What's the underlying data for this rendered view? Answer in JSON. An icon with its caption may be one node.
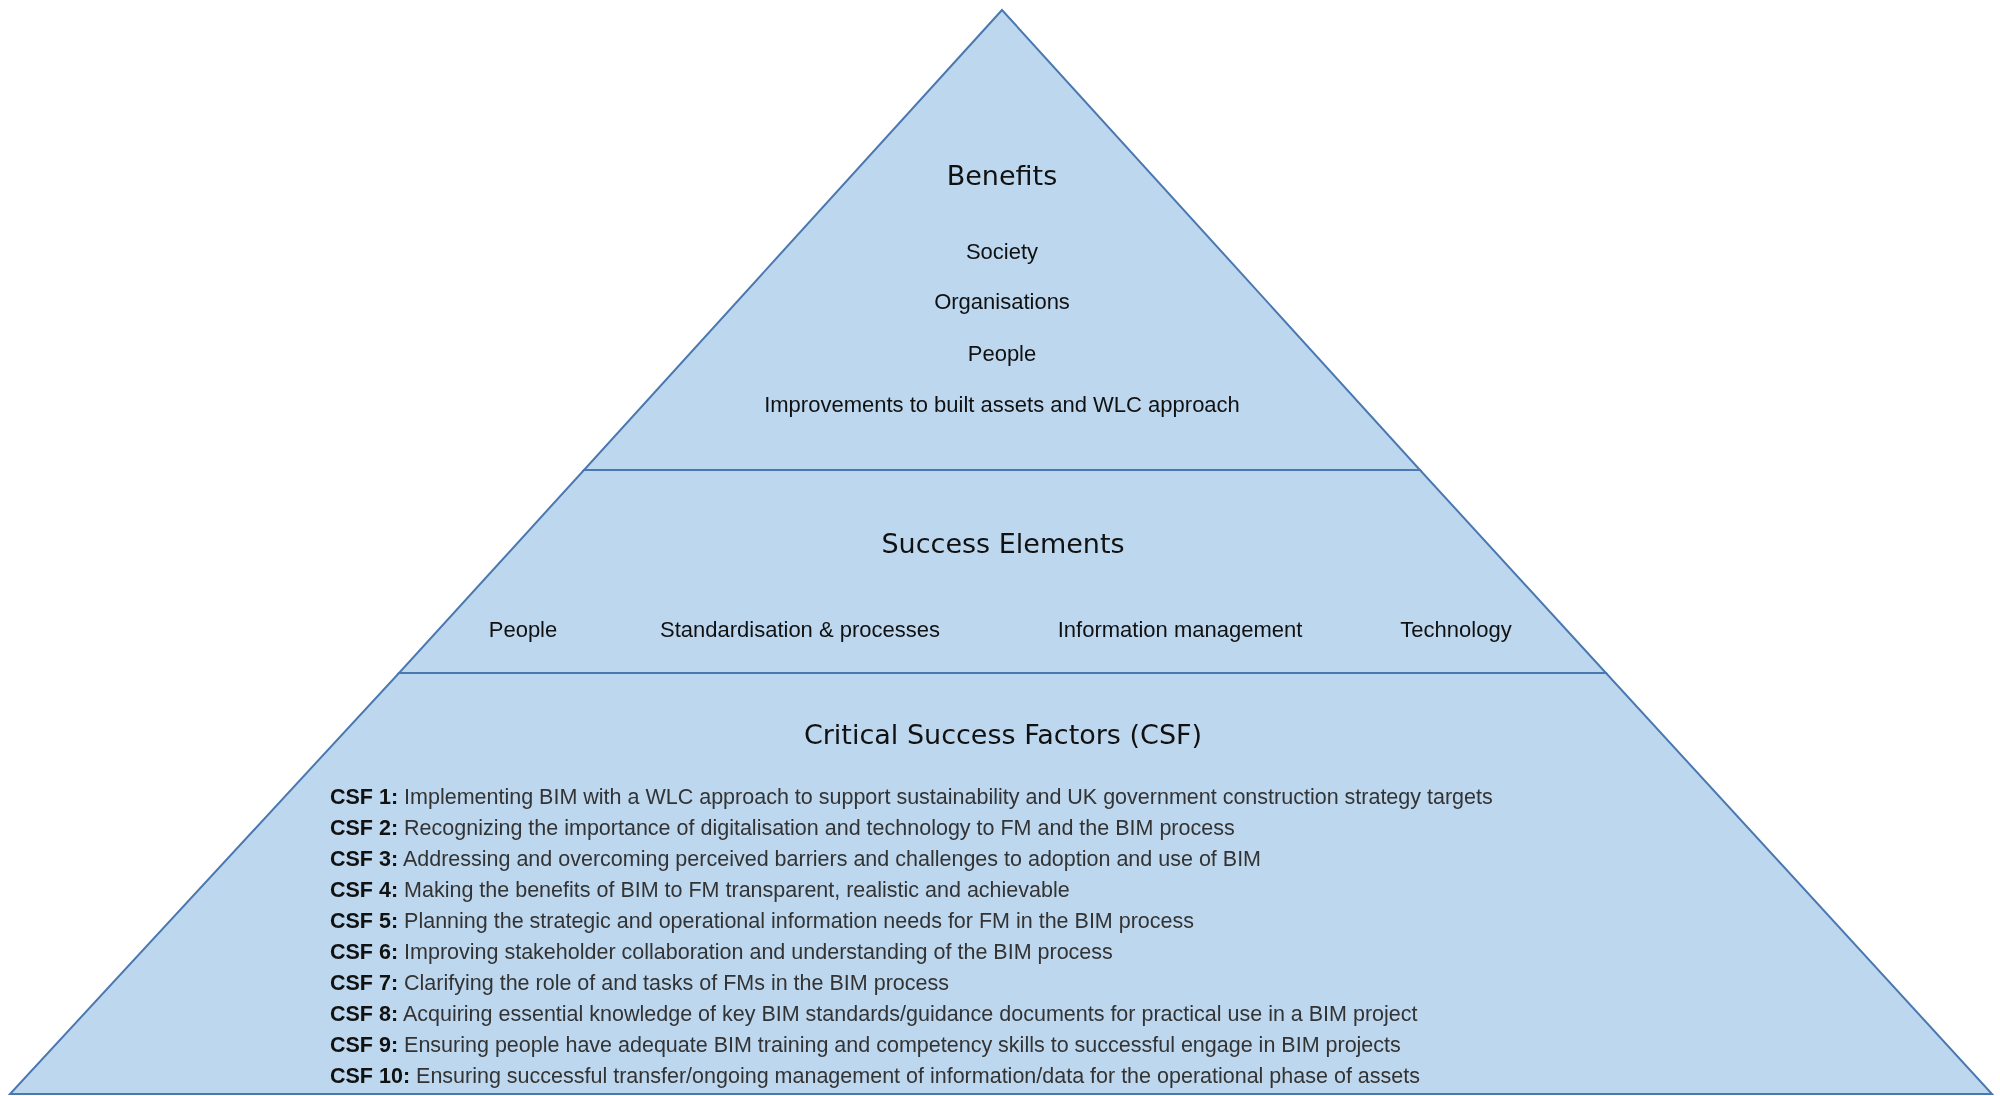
{
  "diagram": {
    "nodes": [
      {
        "text": [
          "Benefits",
          "Society",
          "Organisations",
          "People",
          "Improvements to built assets and WLC approach"
        ]
      },
      {
        "text": [
          "Success Elements",
          "People",
          "Standardisation & processes",
          "Information management",
          "Technology"
        ]
      },
      {
        "text": [
          "Critical Success Factors (CSF)",
          "**CSF 1:** Implementing BIM with a WLC approach to support sustainability and UK government construction strategy targets",
          "**CSF 2:** Recognizing the importance of digitalisation and technology to FM and the BIM process",
          "**CSF 3:** Addressing and overcoming perceived barriers and challenges to adoption and use of BIM",
          "**CSF 4:** Making the benefits of BIM to FM transparent, realistic and achievable",
          "**CSF 5:** Planning the strategic and operational information needs for FM in the BIM process",
          "**CSF 6:** Improving stakeholder collaboration and understanding of the BIM process",
          "**CSF 7:** Clarifying the role of and tasks of FMs in the BIM process",
          "**CSF 8:** Acquiring essential knowledge of key BIM standards/guidance documents for practical use in a BIM project",
          "**CSF 9:** Ensuring people have adequate BIM training and competency skills to successful engage in BIM projects",
          "**CSF 10:** Ensuring successful transfer/ongoing management of information/data for the operational phase of assets"
        ]
      }
    ],
    "edges": []
  }
}
